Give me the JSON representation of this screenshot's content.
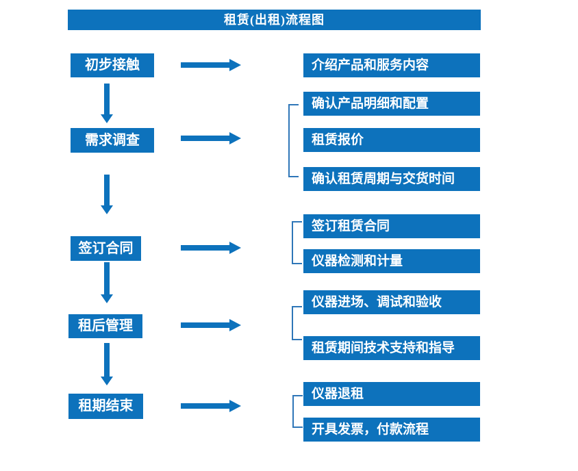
{
  "colors": {
    "box_blue": "#0d72bc",
    "bracket_blue": "#2e76b8",
    "text_white": "#ffffff"
  },
  "flow": {
    "title": "租赁(出租)流程图",
    "stages": [
      {
        "label": "初步接触",
        "details": [
          "介绍产品和服务内容"
        ]
      },
      {
        "label": "需求调查",
        "details": [
          "确认产品明细和配置",
          "租赁报价",
          "确认租赁周期与交货时间"
        ]
      },
      {
        "label": "签订合同",
        "details": [
          "签订租赁合同",
          "仪器检测和计量"
        ]
      },
      {
        "label": "租后管理",
        "details": [
          "仪器进场、调试和验收",
          "租赁期间技术支持和指导"
        ]
      },
      {
        "label": "租期结束",
        "details": [
          "仪器退租",
          "开具发票，付款流程"
        ]
      }
    ]
  }
}
